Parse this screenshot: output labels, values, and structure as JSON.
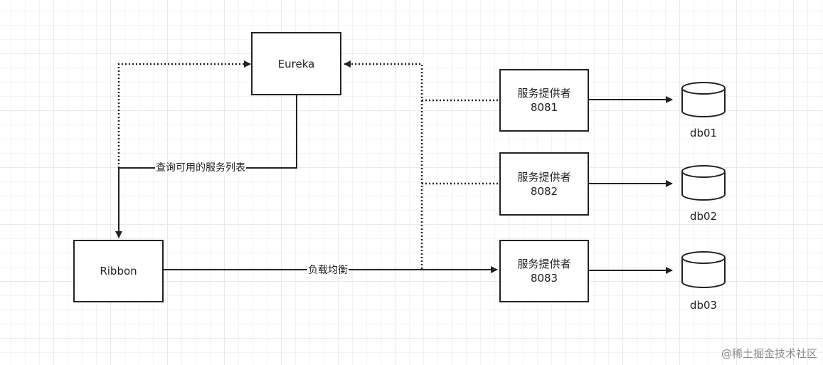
{
  "nodes": {
    "eureka": "Eureka",
    "ribbon": "Ribbon",
    "providers": [
      {
        "name": "服务提供者",
        "port": "8081",
        "db": "db01"
      },
      {
        "name": "服务提供者",
        "port": "8082",
        "db": "db02"
      },
      {
        "name": "服务提供者",
        "port": "8083",
        "db": "db03"
      }
    ]
  },
  "edges": {
    "query_label": "查询可用的服务列表",
    "balance_label": "负载均衡"
  },
  "watermark": "@稀土掘金技术社区",
  "colors": {
    "stroke": "#222222",
    "grid": "#e9e9e9",
    "watermark": "#8a8a8a"
  }
}
